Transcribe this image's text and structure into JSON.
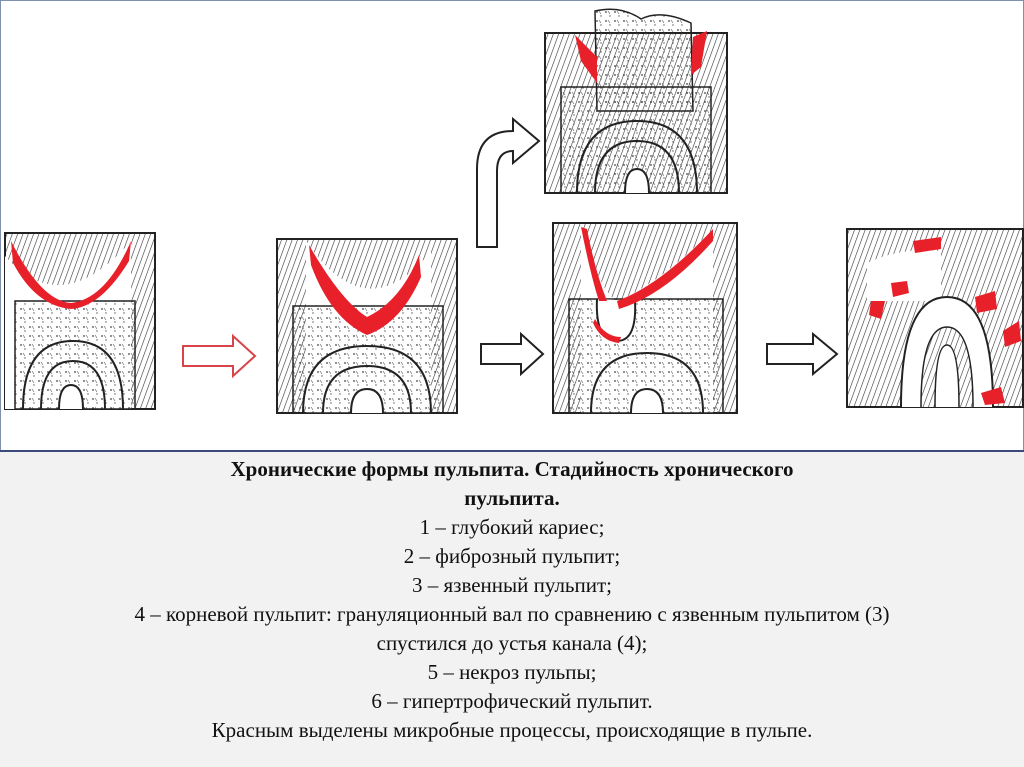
{
  "caption": {
    "title": "Хронические формы пульпита. Стадийность хронического пульпита.",
    "lines": [
      "1 – глубокий кариес;",
      "2 – фиброзный пульпит;",
      "3 – язвенный пульпит;",
      "4 – корневой пульпит: грануляционный вал по сравнению с язвенным пульпитом (3) спустился до устья канала (4);",
      "5 – некроз пульпы;",
      "6 – гипертрофический пульпит.",
      "Красным выделены микробные процессы, происходящие в пульпе."
    ]
  },
  "colors": {
    "microbial": "#e8202a",
    "arrow_red": "#d9434a",
    "ink": "#222222",
    "divider": "#3a4a7a"
  }
}
